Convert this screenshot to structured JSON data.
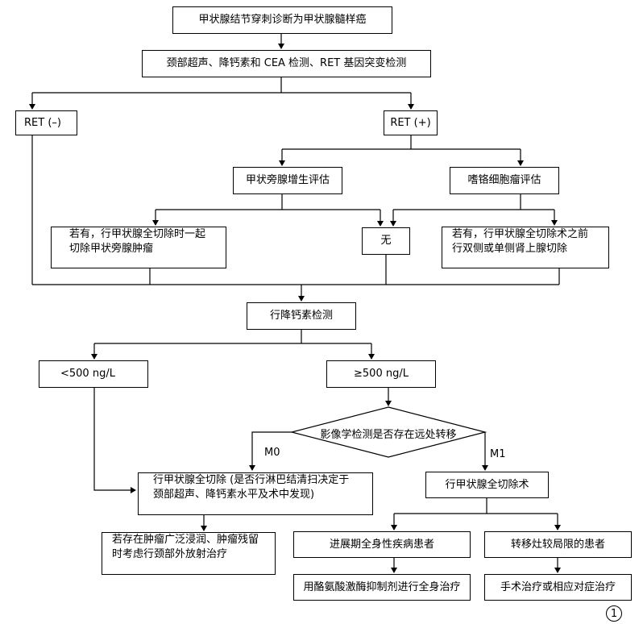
{
  "nodes": {
    "start": "甲状腺结节穿刺诊断为甲状腺髓样癌",
    "screening": "颈部超声、降钙素和 CEA 检测、RET 基因突变检测",
    "ret_neg": "RET (–)",
    "ret_pos": "RET (+)",
    "parathyroid_eval": "甲状旁腺增生评估",
    "pheo_eval": "嗜铬细胞瘤评估",
    "parathyroid_action_l1": "若有，行甲状腺全切除时一起",
    "parathyroid_action_l2": "切除甲状旁腺肿瘤",
    "none": "无",
    "pheo_action_l1": "若有，行甲状腺全切除术之前",
    "pheo_action_l2": "行双侧或单侧肾上腺切除",
    "calcitonin": "行降钙素检测",
    "low": "<500 ng/L",
    "high": "≥500 ng/L",
    "imaging": "影像学检测是否存在远处转移",
    "total_thyroidectomy_l1": "行甲状腺全切除 (是否行淋巴结清扫决定于",
    "total_thyroidectomy_l2": "颈部超声、降钙素水平及术中发现)",
    "total_thyroidectomy_m1": "行甲状腺全切除术",
    "radiotherapy_l1": "若存在肿瘤广泛浸润、肿瘤残留",
    "radiotherapy_l2": "时考虑行颈部外放射治疗",
    "progressive": "进展期全身性疾病患者",
    "localized": "转移灶较局限的患者",
    "systemic_therapy": "用酪氨酸激酶抑制剂进行全身治疗",
    "surgery": "手术治疗或相应对症治疗"
  },
  "edge_labels": {
    "m0": "M0",
    "m1": "M1"
  },
  "figure_number": "1"
}
